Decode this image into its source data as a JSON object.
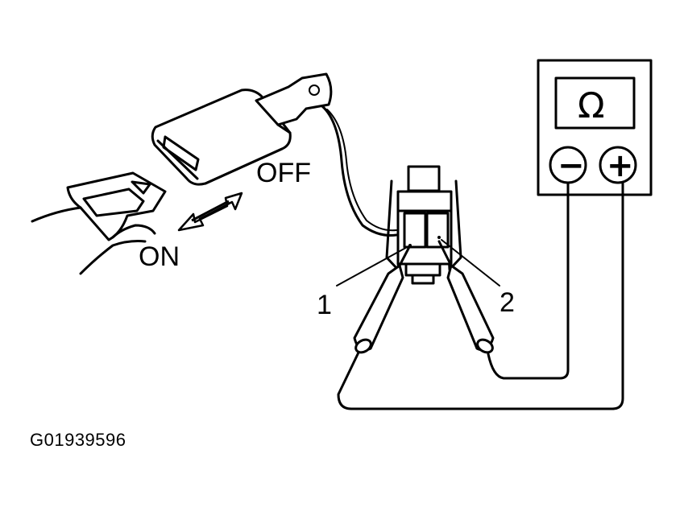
{
  "labels": {
    "off": "OFF",
    "on": "ON",
    "terminal_1": "1",
    "terminal_2": "2",
    "ohm_symbol": "Ω",
    "minus": "−",
    "plus": "+"
  },
  "caption": "G01939596"
}
